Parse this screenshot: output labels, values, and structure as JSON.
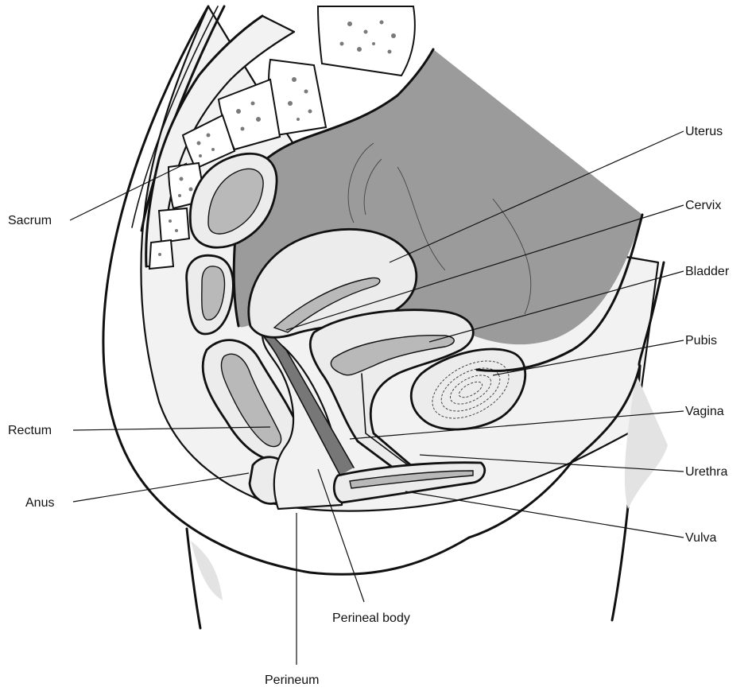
{
  "labels": {
    "sacrum": "Sacrum",
    "uterus": "Uterus",
    "cervix": "Cervix",
    "bladder": "Bladder",
    "pubis": "Pubis",
    "rectum": "Rectum",
    "vagina": "Vagina",
    "urethra": "Urethra",
    "anus": "Anus",
    "vulva": "Vulva",
    "perineal_body": "Perineal body",
    "perineum": "Perineum"
  },
  "colors": {
    "line": "#111111",
    "abdominal_cavity": "#9b9b9b",
    "tissue_fill": "#f2f2f2",
    "lumen": "#b9b9b9"
  }
}
